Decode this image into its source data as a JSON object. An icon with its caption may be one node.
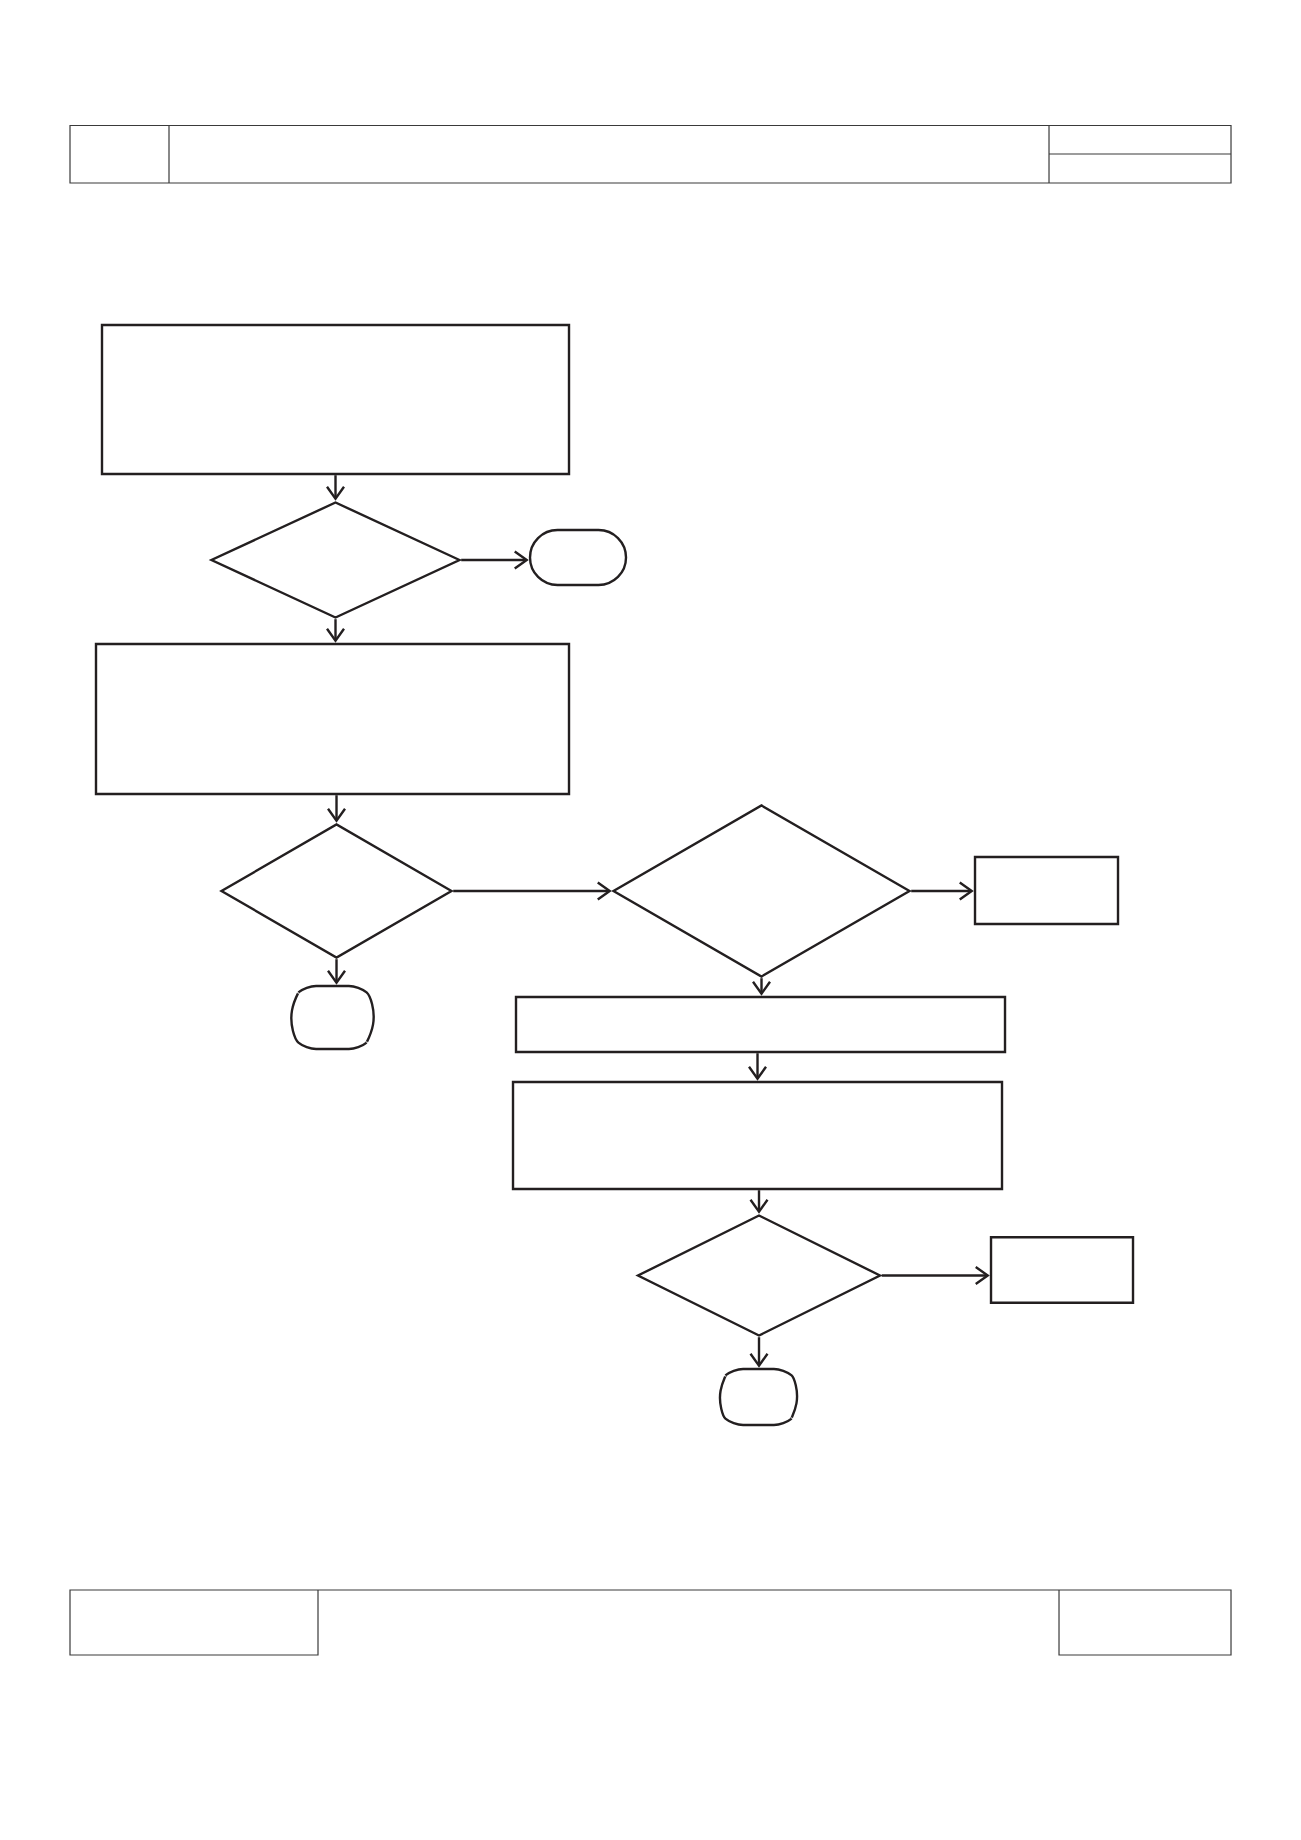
{
  "diagram": {
    "nodes": [
      {
        "text": [],
        "shape": "box"
      },
      {
        "text": [],
        "shape": "diamond"
      },
      {
        "text": [],
        "shape": "capsule"
      },
      {
        "text": [],
        "shape": "box"
      },
      {
        "text": [],
        "shape": "diamond"
      },
      {
        "text": [],
        "shape": "diamond"
      },
      {
        "text": [],
        "shape": "box"
      },
      {
        "text": [],
        "shape": "capsule"
      },
      {
        "text": [],
        "shape": "box"
      },
      {
        "text": [],
        "shape": "box"
      },
      {
        "text": [],
        "shape": "diamond"
      },
      {
        "text": [],
        "shape": "box"
      },
      {
        "text": [],
        "shape": "capsule"
      }
    ],
    "edges": [
      {
        "from": 0,
        "to": 1,
        "arrow": "to"
      },
      {
        "from": 1,
        "to": 2,
        "arrow": "to"
      },
      {
        "from": 1,
        "to": 3,
        "arrow": "to"
      },
      {
        "from": 3,
        "to": 4,
        "arrow": "to"
      },
      {
        "from": 4,
        "to": 5,
        "arrow": "to"
      },
      {
        "from": 5,
        "to": 6,
        "arrow": "to"
      },
      {
        "from": 4,
        "to": 7,
        "arrow": "to"
      },
      {
        "from": 5,
        "to": 8,
        "arrow": "to"
      },
      {
        "from": 8,
        "to": 9,
        "arrow": "to"
      },
      {
        "from": 9,
        "to": 10,
        "arrow": "to"
      },
      {
        "from": 10,
        "to": 11,
        "arrow": "to"
      },
      {
        "from": 10,
        "to": 12,
        "arrow": "to"
      }
    ]
  }
}
